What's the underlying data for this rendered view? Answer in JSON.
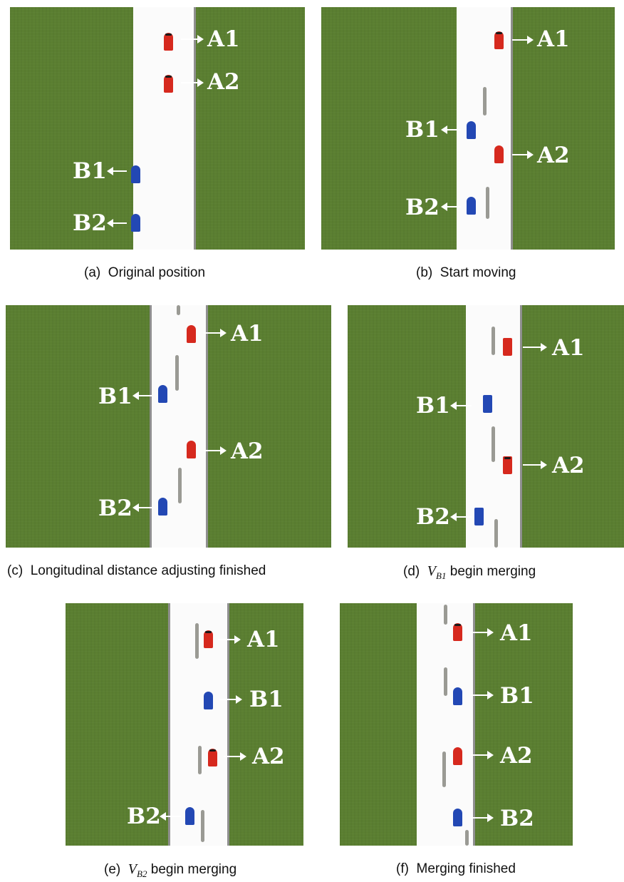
{
  "panels": [
    {
      "caption_tag": "(a)",
      "caption_text": "Original position",
      "vehicles": [
        "A1",
        "A2",
        "B1",
        "B2"
      ]
    },
    {
      "caption_tag": "(b)",
      "caption_text": "Start moving",
      "vehicles": [
        "A1",
        "B1",
        "A2",
        "B2"
      ]
    },
    {
      "caption_tag": "(c)",
      "caption_text": "Longitudinal distance adjusting finished",
      "vehicles": [
        "A1",
        "B1",
        "A2",
        "B2"
      ]
    },
    {
      "caption_tag": "(d)",
      "caption_var": "V",
      "caption_sub": "B1",
      "caption_text": "begin merging",
      "vehicles": [
        "A1",
        "B1",
        "A2",
        "B2"
      ]
    },
    {
      "caption_tag": "(e)",
      "caption_var": "V",
      "caption_sub": "B2",
      "caption_text": "begin merging",
      "vehicles": [
        "A1",
        "B1",
        "A2",
        "B2"
      ]
    },
    {
      "caption_tag": "(f)",
      "caption_text": "Merging finished",
      "vehicles": [
        "A1",
        "B1",
        "A2",
        "B2"
      ]
    }
  ],
  "colors": {
    "platoon_a": "#d6291e",
    "platoon_b": "#2348b4",
    "grass": "#5b7f31",
    "road": "#fbfbfb"
  }
}
